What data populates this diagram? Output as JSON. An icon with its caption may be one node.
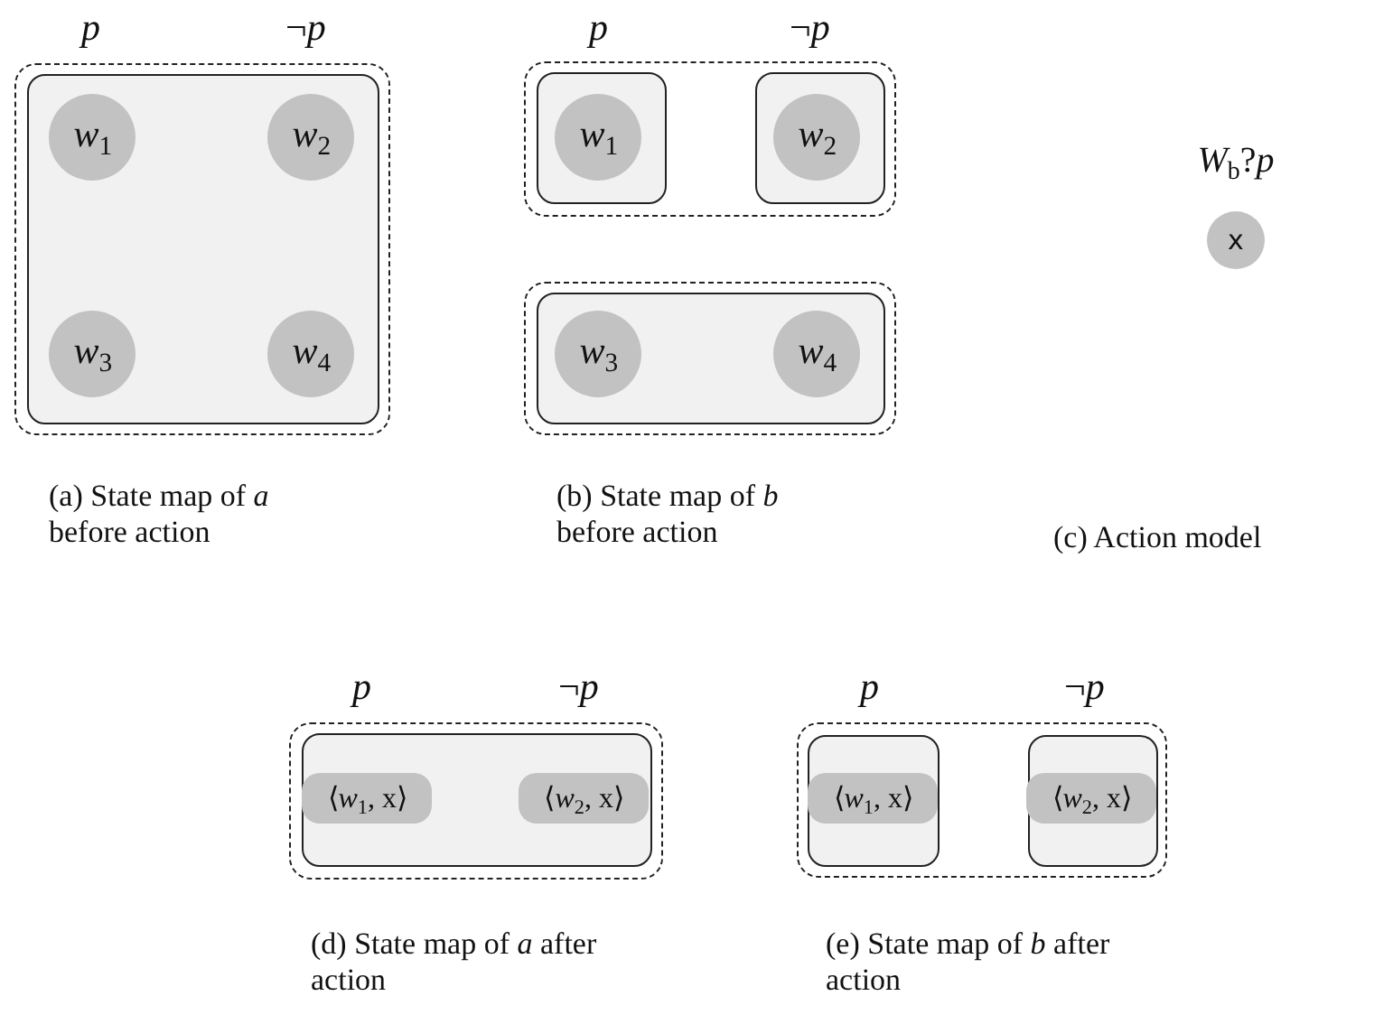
{
  "diagram": {
    "nodes": [
      {
        "text": [],
        "shape": "box"
      },
      {
        "text": [],
        "shape": "box",
        "in": 0
      },
      {
        "text": [
          "*w*$_{1}$"
        ],
        "in": 1
      },
      {
        "text": [
          "*w*$_{2}$"
        ],
        "in": 1
      },
      {
        "text": [
          "*w*$_{3}$"
        ],
        "in": 1
      },
      {
        "text": [
          "*w*$_{4}$"
        ],
        "in": 1
      },
      {
        "text": [],
        "shape": "box"
      },
      {
        "text": [],
        "shape": "box",
        "in": 6
      },
      {
        "text": [
          "*w*$_{1}$"
        ],
        "in": 7
      },
      {
        "text": [],
        "shape": "box",
        "in": 6
      },
      {
        "text": [
          "*w*$_{2}$"
        ],
        "in": 9
      },
      {
        "text": [],
        "shape": "box"
      },
      {
        "text": [],
        "shape": "box",
        "in": 11
      },
      {
        "text": [
          "*w*$_{3}$"
        ],
        "in": 12
      },
      {
        "text": [
          "*w*$_{4}$"
        ],
        "in": 12
      },
      {
        "text": [
          "x"
        ],
        "beside": [
          "*W*$_{b}$?*p*"
        ]
      },
      {
        "text": [],
        "shape": "box"
      },
      {
        "text": [],
        "shape": "box",
        "in": 16
      },
      {
        "text": [
          "⟨*w*$_{1}$, x⟩"
        ],
        "in": 17
      },
      {
        "text": [
          "⟨*w*$_{2}$, x⟩"
        ],
        "in": 17
      },
      {
        "text": [],
        "shape": "box"
      },
      {
        "text": [],
        "shape": "box",
        "in": 20
      },
      {
        "text": [
          "⟨*w*$_{1}$, x⟩"
        ],
        "in": 21
      },
      {
        "text": [],
        "shape": "box",
        "in": 20
      },
      {
        "text": [
          "⟨*w*$_{2}$, x⟩"
        ],
        "in": 23
      }
    ],
    "labels": [
      "*p*",
      "¬*p*",
      "*p*",
      "¬*p*",
      "(a) State map of *a* before action",
      "(b) State map of *b* before action",
      "(c) Action model",
      "*p*",
      "¬*p*",
      "*p*",
      "¬*p*",
      "(d) State map of *a* after action",
      "(e) State map of *b* after action"
    ]
  }
}
